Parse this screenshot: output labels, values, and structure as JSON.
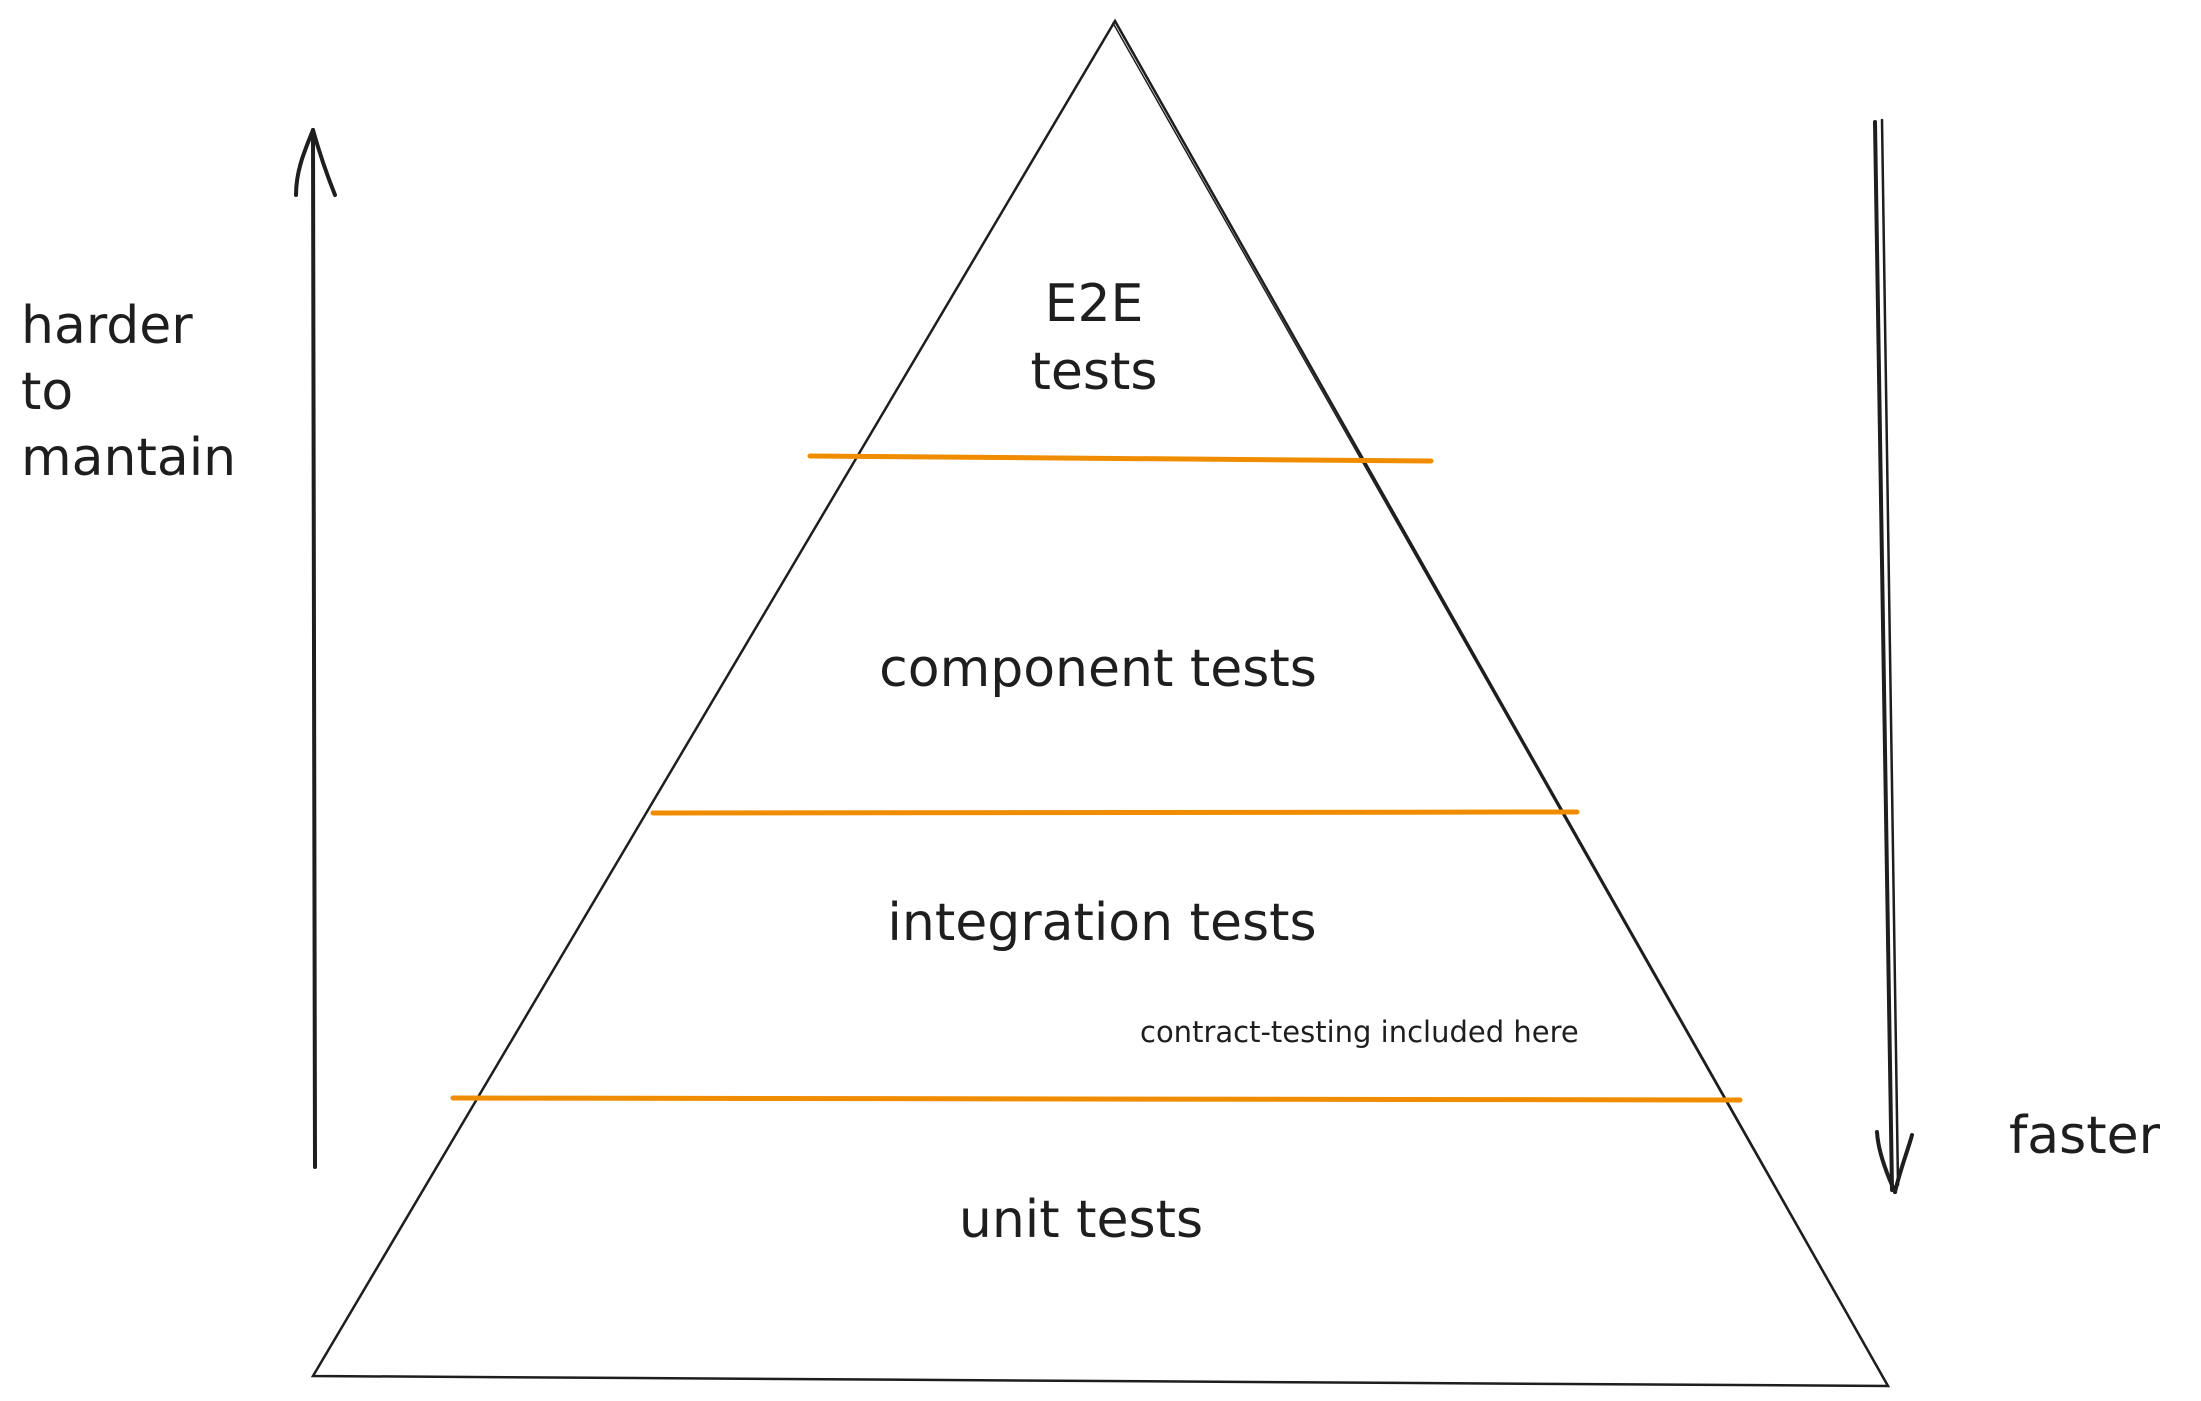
{
  "left_label": {
    "lines": [
      "harder",
      "to",
      "mantain"
    ]
  },
  "right_label": "faster",
  "layers": {
    "e2e": {
      "line1": "E2E",
      "line2": "tests"
    },
    "component": "component tests",
    "integration": "integration tests",
    "integration_note": "contract-testing included here",
    "unit": "unit tests"
  },
  "colors": {
    "stroke": "#1e1e1e",
    "divider": "#f08c00",
    "background": "#ffffff"
  }
}
